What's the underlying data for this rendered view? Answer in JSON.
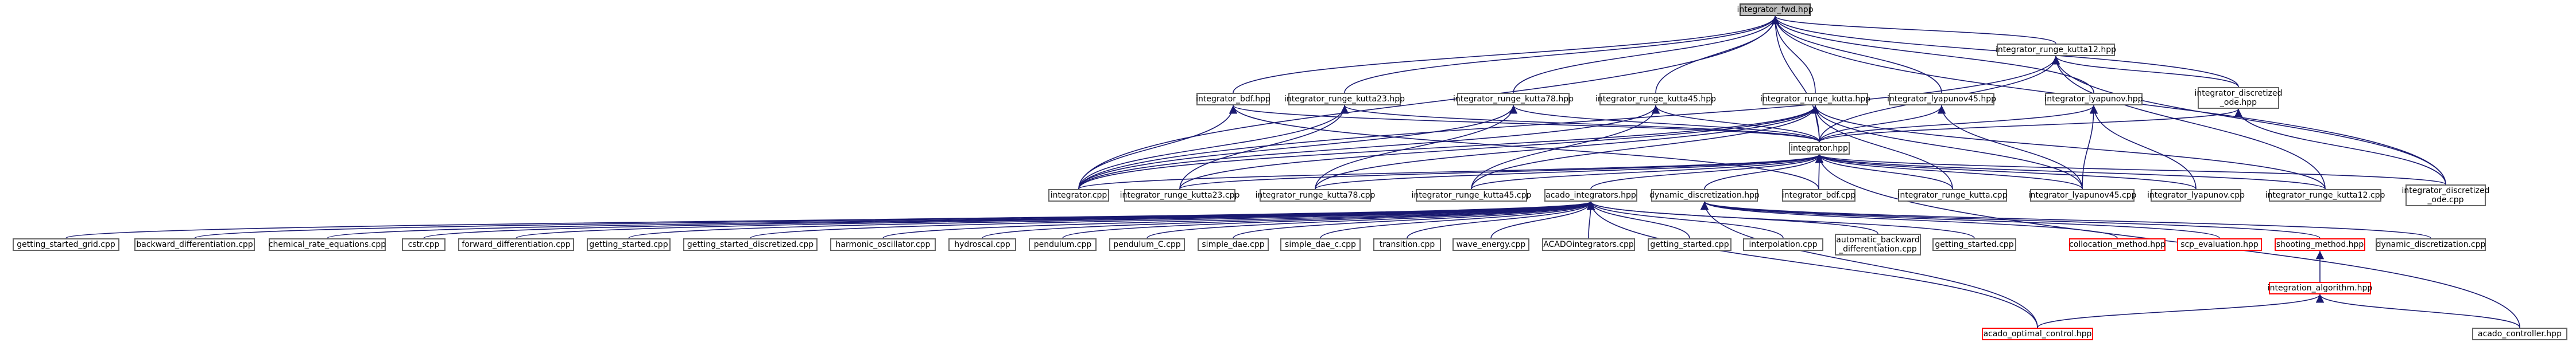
{
  "colors": {
    "edge": "#191970",
    "node_border": "#666666",
    "red_border": "#ff0000",
    "root_fill": "#bfbfbf"
  },
  "nodes": {
    "fwd": "integrator_fwd.hpp",
    "rk12": "integrator_runge_kutta12.hpp",
    "disc_ode_hpp": "integrator_discretized\n_ode.hpp",
    "bdf_hpp": "integrator_bdf.hpp",
    "rk23_hpp": "integrator_runge_kutta23.hpp",
    "rk78_hpp": "integrator_runge_kutta78.hpp",
    "rk45_hpp": "integrator_runge_kutta45.hpp",
    "rk_hpp": "integrator_runge_kutta.hpp",
    "lyap45_hpp": "integrator_lyapunov45.hpp",
    "lyap_hpp": "integrator_lyapunov.hpp",
    "integrator_hpp": "integrator.hpp",
    "integrator_cpp": "integrator.cpp",
    "rk23_cpp": "integrator_runge_kutta23.cpp",
    "rk78_cpp": "integrator_runge_kutta78.cpp",
    "rk45_cpp": "integrator_runge_kutta45.cpp",
    "acado_int": "acado_integrators.hpp",
    "dyn_disc": "dynamic_discretization.hpp",
    "bdf_cpp": "integrator_bdf.cpp",
    "rk_cpp": "integrator_runge_kutta.cpp",
    "lyap45_cpp": "integrator_lyapunov45.cpp",
    "lyap_cpp": "integrator_lyapunov.cpp",
    "rk12_cpp": "integrator_runge_kutta12.cpp",
    "disc_ode_cpp": "integrator_discretized\n_ode.cpp",
    "gs_grid": "getting_started_grid.cpp",
    "backward": "backward_differentiation.cpp",
    "chemical": "chemical_rate_equations.cpp",
    "cstr": "cstr.cpp",
    "forward": "forward_differentiation.cpp",
    "gs1": "getting_started.cpp",
    "gs_disc": "getting_started_discretized.cpp",
    "harmonic": "harmonic_oscillator.cpp",
    "hydroscal": "hydroscal.cpp",
    "pendulum": "pendulum.cpp",
    "pendulum_c": "pendulum_C.cpp",
    "simple_dae": "simple_dae.cpp",
    "simple_dae_c": "simple_dae_c.cpp",
    "transition": "transition.cpp",
    "wave": "wave_energy.cpp",
    "acado_integrators_cpp": "ACADOintegrators.cpp",
    "gs2": "getting_started.cpp",
    "interpolation": "interpolation.cpp",
    "auto_back": "automatic_backward\n_differentiation.cpp",
    "gs3": "getting_started.cpp",
    "collocation": "collocation_method.hpp",
    "scp": "scp_evaluation.hpp",
    "shooting": "shooting_method.hpp",
    "dyn_disc_cpp": "dynamic_discretization.cpp",
    "int_alg": "integration_algorithm.hpp",
    "ocp": "acado_optimal_control.hpp",
    "controller": "acado_controller.hpp"
  }
}
